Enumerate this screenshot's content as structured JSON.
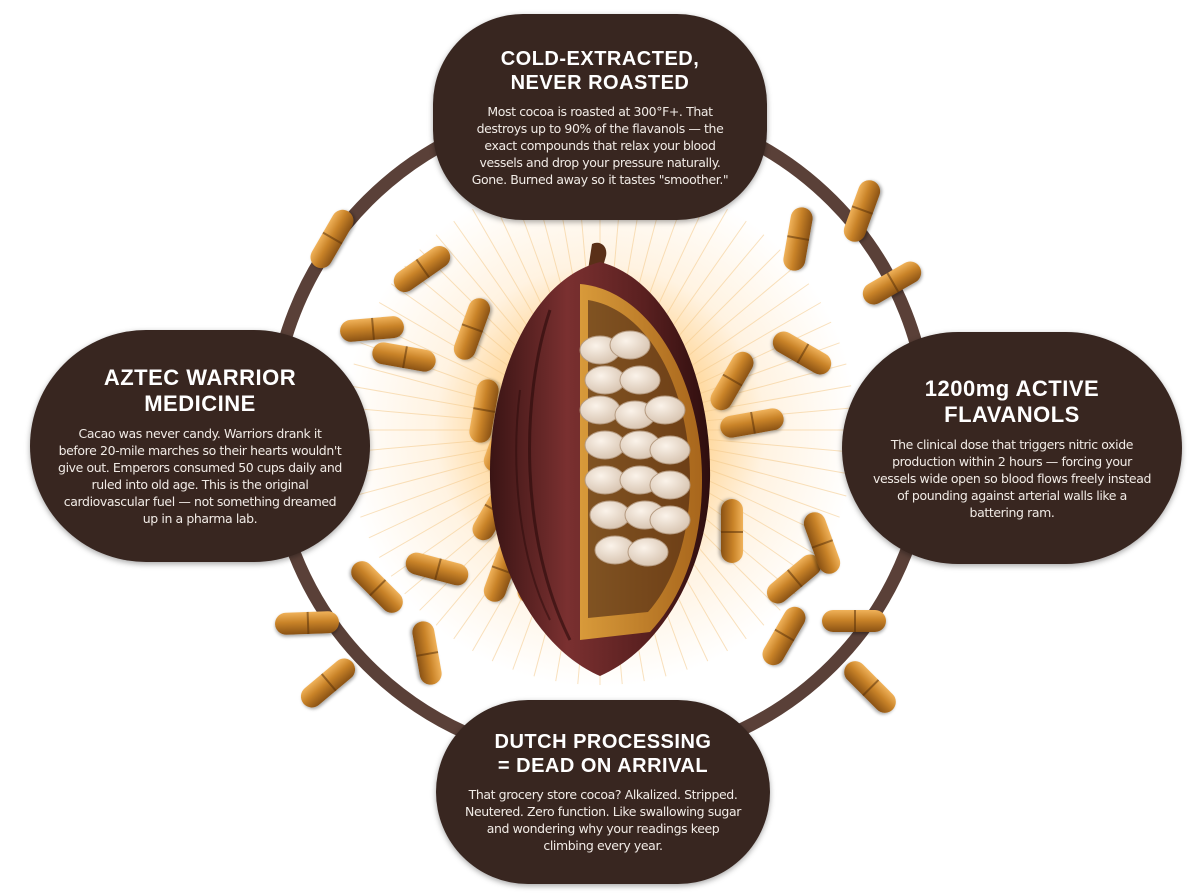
{
  "top": {
    "title_line1": "COLD-EXTRACTED,",
    "title_line2": "NEVER ROASTED",
    "body": "Most cocoa is roasted at 300°F+. That destroys up to 90% of the flavanols — the exact compounds that relax your blood vessels and drop your pressure naturally. Gone. Burned away so it tastes \"smoother.\""
  },
  "left": {
    "title_line1": "AZTEC WARRIOR",
    "title_line2": "MEDICINE",
    "body": "Cacao was never candy. Warriors drank it before 20-mile marches so their hearts wouldn't give out. Emperors consumed 50 cups daily and ruled into old age. This is the original cardiovascular fuel — not something dreamed up in a pharma lab."
  },
  "right": {
    "title_line1": "1200mg ACTIVE",
    "title_line2": "FLAVANOLS",
    "body": "The clinical dose that triggers nitric oxide production within 2 hours — forcing your vessels wide open so blood flows freely instead of pounding against arterial walls like a battering ram."
  },
  "bottom": {
    "title_line1": "DUTCH PROCESSING",
    "title_line2": "= DEAD ON ARRIVAL",
    "body": "That grocery store cocoa? Alkalized. Stripped. Neutered. Zero function. Like swallowing sugar and wondering why your readings keep climbing every year."
  },
  "colors": {
    "bubble": "#382620",
    "ring": "#5a4038",
    "capsule": "#c98328",
    "pod": "#6b2a2a"
  }
}
